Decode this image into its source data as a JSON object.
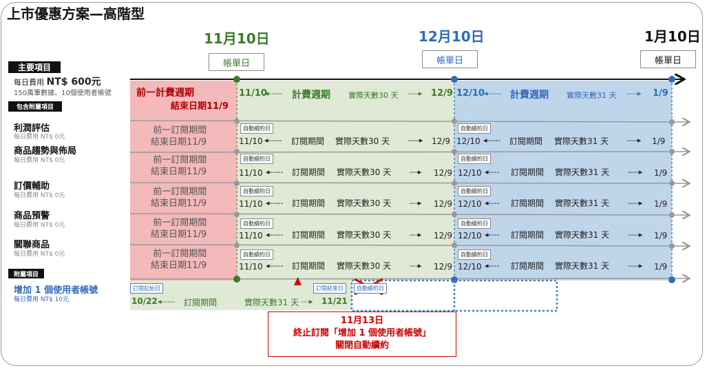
{
  "title": "上市優惠方案—高階型",
  "dates": {
    "d1": "11月10日",
    "d2": "12月10日",
    "d3": "1月10日"
  },
  "billing_day": "帳單日",
  "left": {
    "main_badge": "主要項目",
    "main_fee_prefix": "每日費用",
    "main_fee_value": "NT$ 600元",
    "main_desc": "150萬筆數據、10個使用者帳號",
    "included_badge": "包含附屬項目",
    "items": [
      {
        "name": "利潤評估",
        "fee": "每日費用 NT$ 0元"
      },
      {
        "name": "商品趨勢與佈局",
        "fee": "每日費用 NT$ 0元"
      },
      {
        "name": "訂價輔助",
        "fee": "每日費用 NT$ 0元"
      },
      {
        "name": "商品預警",
        "fee": "每日費用 NT$ 0元"
      },
      {
        "name": "關聯商品",
        "fee": "每日費用 NT$ 0元"
      }
    ],
    "addon_badge": "附屬項目",
    "addon_name": "增加 1 個使用者帳號",
    "addon_fee": "每日費用 NT$ 10元"
  },
  "row1": {
    "prev_line1": "前一計費週期",
    "prev_line2": "結束日期11/9",
    "g_start": "11/10",
    "g_label": "計費週期",
    "g_days": "實際天數30 天",
    "g_end": "12/9",
    "b_start": "12/10",
    "b_label": "計費週期",
    "b_days": "實際天數31 天",
    "b_end": "1/9"
  },
  "sub_rows": {
    "prev_line1": "前一訂閱期間",
    "prev_line2": "結束日期11/9",
    "auto_renew": "自動續約日",
    "g_start": "11/10",
    "g_label": "訂閱期間",
    "g_days": "實際天數30 天",
    "g_end": "12/9",
    "b_start": "12/10",
    "b_label": "訂閱期間",
    "b_days": "實際天數31 天",
    "b_end": "1/9"
  },
  "addon_row": {
    "start_tag": "訂閱起始日",
    "start": "10/22",
    "label": "訂閱期間",
    "days": "實際天數31 天",
    "end": "11/21",
    "end_tag": "訂閱結束日",
    "crossed_tag": "自動續約日"
  },
  "callout": {
    "line1": "11月13日",
    "line2": "終止訂閱「增加 1 個使用者帳號」",
    "line3": "關閉自動續約"
  },
  "colors": {
    "green": "#3c7a2a",
    "blue": "#2f6bb8",
    "red": "#b00000",
    "crossed": "#e00000"
  }
}
